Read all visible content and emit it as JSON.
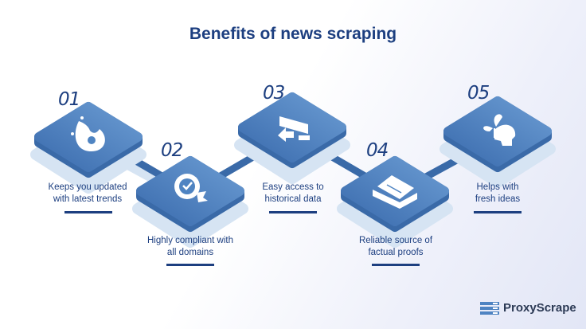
{
  "title": "Benefits of news scraping",
  "steps": [
    {
      "number": "01",
      "label_line1": "Keeps you updated",
      "label_line2": "with latest trends",
      "icon": "fire-gear-icon"
    },
    {
      "number": "02",
      "label_line1": "Highly compliant with",
      "label_line2": "all domains",
      "icon": "badge-check-icon"
    },
    {
      "number": "03",
      "label_line1": "Easy access to",
      "label_line2": "historical data",
      "icon": "archive-arrow-icon"
    },
    {
      "number": "04",
      "label_line1": "Reliable source of",
      "label_line2": "factual proofs",
      "icon": "document-folder-icon"
    },
    {
      "number": "05",
      "label_line1": "Helps with",
      "label_line2": "fresh ideas",
      "icon": "head-plant-icon"
    }
  ],
  "brand": {
    "name": "ProxyScrape"
  },
  "colors": {
    "tile_top": "#4f84c2",
    "tile_side": "#3a6aa8",
    "shadow": "#d6e4f3",
    "text": "#1d3f80"
  }
}
